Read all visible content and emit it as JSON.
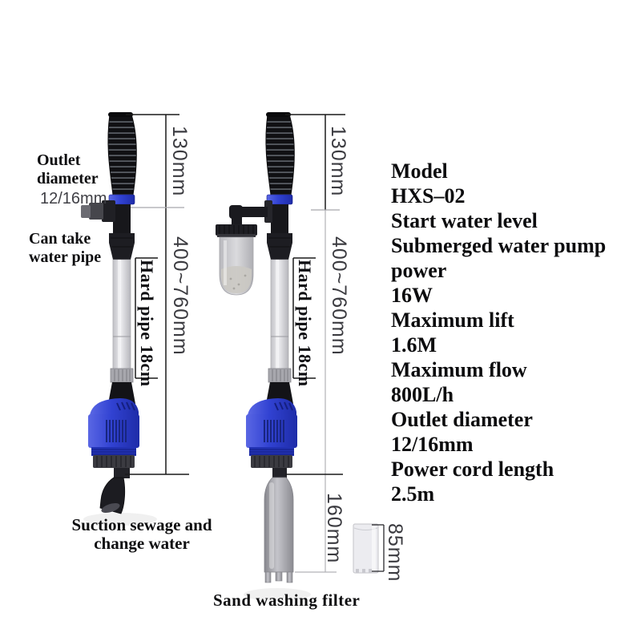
{
  "specs": {
    "lines": [
      "Model",
      "HXS–02",
      "Start water level",
      "Submerged water pump power",
      "16W",
      "Maximum lift",
      "1.6M",
      "Maximum flow",
      "800L/h",
      "Outlet diameter",
      "12/16mm",
      "Power cord length",
      "2.5m"
    ]
  },
  "annotations": {
    "outlet_label": "Outlet diameter",
    "outlet_value": "12/16mm",
    "can_take": "Can take water pipe",
    "suction": "Suction sewage and change water",
    "sand_filter": "Sand washing filter"
  },
  "dimensions": {
    "hose_height": "130mm",
    "extension_range": "400~760mm",
    "hard_pipe": "Hard pipe 18cm",
    "filter_height": "160mm",
    "cup_height": "85mm"
  },
  "colors": {
    "accent_blue": "#3142d2",
    "hose_black": "#101013",
    "dim_line": "#1a1a1a",
    "dim_line_light": "#adadb2",
    "clear_pipe": "#c6c6cb"
  }
}
